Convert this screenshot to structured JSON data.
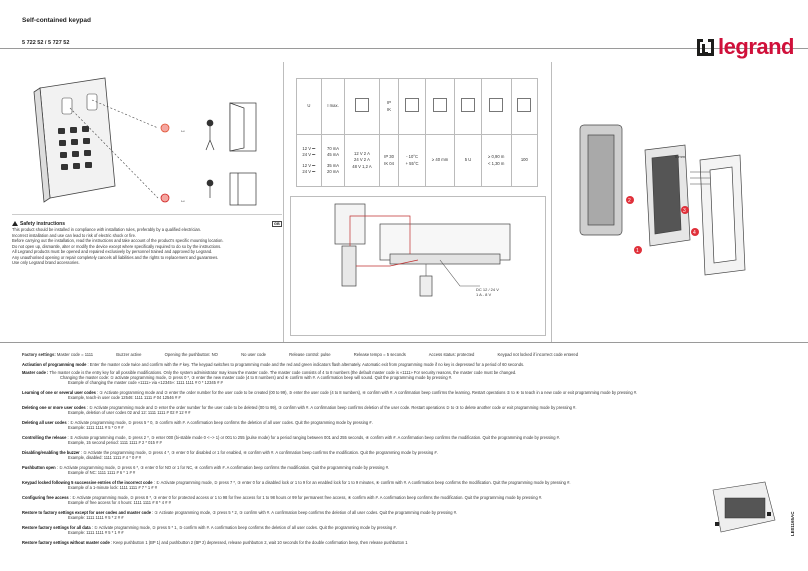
{
  "header": {
    "title": "Self-contained keypad",
    "reference": "5 722 52 / 5 727 52",
    "brand": "legrand"
  },
  "specs": {
    "headers": [
      "U",
      "I max.",
      "IP",
      "IK"
    ],
    "u_rows": [
      "12 V ⎓",
      "24 V ⎓",
      "12 V ⎓",
      "24 V ⎓"
    ],
    "i_rows": [
      "70 mA",
      "45 mA",
      "35 mA",
      "20 mA"
    ],
    "relay_rows": [
      "12 V   2 A",
      "24 V   2 A",
      "48 V   1,2 A"
    ],
    "ip": "IP 30",
    "ik": "IK 04",
    "temp": [
      "- 10°C",
      "+ 55°C"
    ],
    "depth": "≥ 40 mm",
    "mod": "5 U",
    "cable": [
      "≥ 0,90 m",
      "< 1,30 m"
    ],
    "users": "100"
  },
  "safety": {
    "heading": "Safety instructions",
    "lang": "GB",
    "lines": [
      "This product should be installed in compliance with installation rules, preferably by a qualified electrician.",
      "Incorrect installation and use can lead to risk of electric shock or fire.",
      "Before carrying out the installation, read the instructions and take account of the product's specific mounting location.",
      "Do not open up, dismantle, alter or modify the device except where specifically required to do so by the instructions.",
      "All Legrand products must be opened and repaired exclusively by personnel trained and approved by Legrand.",
      "Any unauthorised opening or repair completely cancels all liabilities and the rights to replacement and guarantees.",
      "Use only Legrand brand accessories."
    ]
  },
  "wiring": {
    "label1": "DC 12 / 24 V",
    "label2": "1 A - 8 V"
  },
  "mounting": {
    "dim": "6 mm",
    "steps": [
      "1",
      "2",
      "3",
      "4"
    ]
  },
  "factory": {
    "label": "Factory settings:",
    "items": [
      "Master code = 1111",
      "Buzzer active",
      "Opening the pushbutton: NO",
      "No user code",
      "Release control: pulse",
      "Release tempo = 5 seconds",
      "Access status: protected",
      "Keypad not locked if incorrect code entered"
    ]
  },
  "instructions": [
    {
      "bold": "Activation of programming mode",
      "text": " : Enter the master code twice and confirm with the # key. The keypad switches to programming mode and the red and green indicators flash alternately. Automatic exit from programming mode if no key is depressed for a period of 60 seconds."
    },
    {
      "bold": "Master code :",
      "text": " The master code is the entry key for all possible modifications. Only the system administrator may know the master code. The master code consists of 4 to 8 numbers (the default master code is «1111»  For security reasons, the master code must be changed."
    },
    {
      "bold": "",
      "text": "Changing the master code: ① activate programming mode, ② press 0 *, ③ enter the new master code (4 to 8 numbers) and ④ confirm with #. A confirmation beep will sound. Quit the programming mode by pressing #."
    },
    {
      "bold": "",
      "text": "Example of changing the master code «1111» via «12345»: 1111  1111 #  0 *  12345 # #"
    },
    {
      "bold": "Learning of one or several user codes",
      "text": " : ① Activate programming mode and ② enter the order number for the user code to be created (00 to 99), ③ enter the user code (4 to 8 numbers), ④ confirm with #. A confirmation beep confirms the learning. Restart operations ② to ④ to teach in a new code or exit programming mode by pressing #."
    },
    {
      "bold": "",
      "text": "Example, teach-in user code 12546: 1111  1111 #  04  12546 # #"
    },
    {
      "bold": "Deleting one or more user codes",
      "text": " : ① Activate programming mode and ② enter the order number for the user code to be deleted (00 to 99), ③ confirm with #. A confirmation beep confirms deletion of the user code. Restart operations ② to ③ to delete another code or exit programming mode by pressing #."
    },
    {
      "bold": "",
      "text": "Example, deletion of user codes 02 and 12: 1111  1111 # 02 # 12 # #"
    },
    {
      "bold": "Deleting all user codes",
      "text": " : ① Activate programming mode, ② press 5 * 0, ③ confirm with #. A confirmation beep confirms the deletion of all user codes. Quit the programming mode by pressing #."
    },
    {
      "bold": "",
      "text": "Example: 1111  1111 # 5 * 0 # #"
    },
    {
      "bold": "Controlling the release",
      "text": " : ① Activate programming mode, ② press 2 *, ③ enter 000 (bi-stable mode 0 <--> 1) or 001 to 255 (pulse mode) for a period ranging between 001 and 255 seconds, ④ confirm with #. A confirmation beep confirms the modification. Quit the programming mode by pressing #."
    },
    {
      "bold": "",
      "text": "Example, 15 second period: 1111  1111 # 2 * 015 # #"
    },
    {
      "bold": "Disabling/enabling the buzzer",
      "text": " : ① Activate the programming mode, ② press 4 *, ③ enter 0 for disabled or 1 for enabled, ④ confirm with #. A confirmation beep confirms the modification. Quit the programming mode by pressing #."
    },
    {
      "bold": "",
      "text": "Example, disabled: 1111  1111 # 4 * 0 # #"
    },
    {
      "bold": "Pushbutton open",
      "text": " : ① Activate programming mode, ② press 6 *, ③ enter 0 for NO or 1 for NC, ④ confirm with #. A confirmation beep confirms the modification. Quit the programming mode by pressing #."
    },
    {
      "bold": "",
      "text": "Example of NC: 1111  1111 # 6 * 1 # #"
    },
    {
      "bold": "Keypad locked following 5 successive entries of the incorrect code",
      "text": " : ① Activate programming mode, ② press 7 *, ③ enter 0 for a disabled lock or 1 to 9 for an enabled lock for 1 to 9 minutes, ④ confirm with #. A confirmation beep confirms the modification. Quit the programming mode by pressing #."
    },
    {
      "bold": "",
      "text": "Example of a 1-minute lock: 1111  1111 # 7 * 1 # #"
    },
    {
      "bold": "Configuring free access",
      "text": " : ① Activate programming mode, ② press 8 *, ③ enter 0 for protected access or 1 to 98 for free access for 1 to 98 hours or 99 for permanent free access, ④ confirm with #. A confirmation beep confirms the modification. Quit the programming mode by pressing #."
    },
    {
      "bold": "",
      "text": "Example of free access for 4 hours: 1111  1111 # 8 * 4 # #"
    },
    {
      "bold": "Restore to factory settings except for user codes and master code",
      "text": " : ① Activate programming mode, ② press 5 * 2, ③ confirm with #. A confirmation beep confirms the deletion of all user codes. Quit the programming mode by pressing #."
    },
    {
      "bold": "",
      "text": "Example: 1111  1111 # 5 * 2 # #"
    },
    {
      "bold": "Restore factory settings for all data",
      "text": " : ① Activate programming mode, ② press 5 * 1, ③ confirm with #. A confirmation beep confirms the deletion of all user codes. Quit the programming mode by pressing #."
    },
    {
      "bold": "",
      "text": "Example: 1111  1111 # 5 * 1 # #"
    },
    {
      "bold": "Restore factory settings without master code",
      "text": " : Keep pushbutton 1 (BP 1) and pushbutton 2 (BP 2) depressed, release pushbutton 2, wait 10 seconds for the double confirmation beep, then release pushbutton 1"
    }
  ],
  "doc_code": "LE01165AC"
}
